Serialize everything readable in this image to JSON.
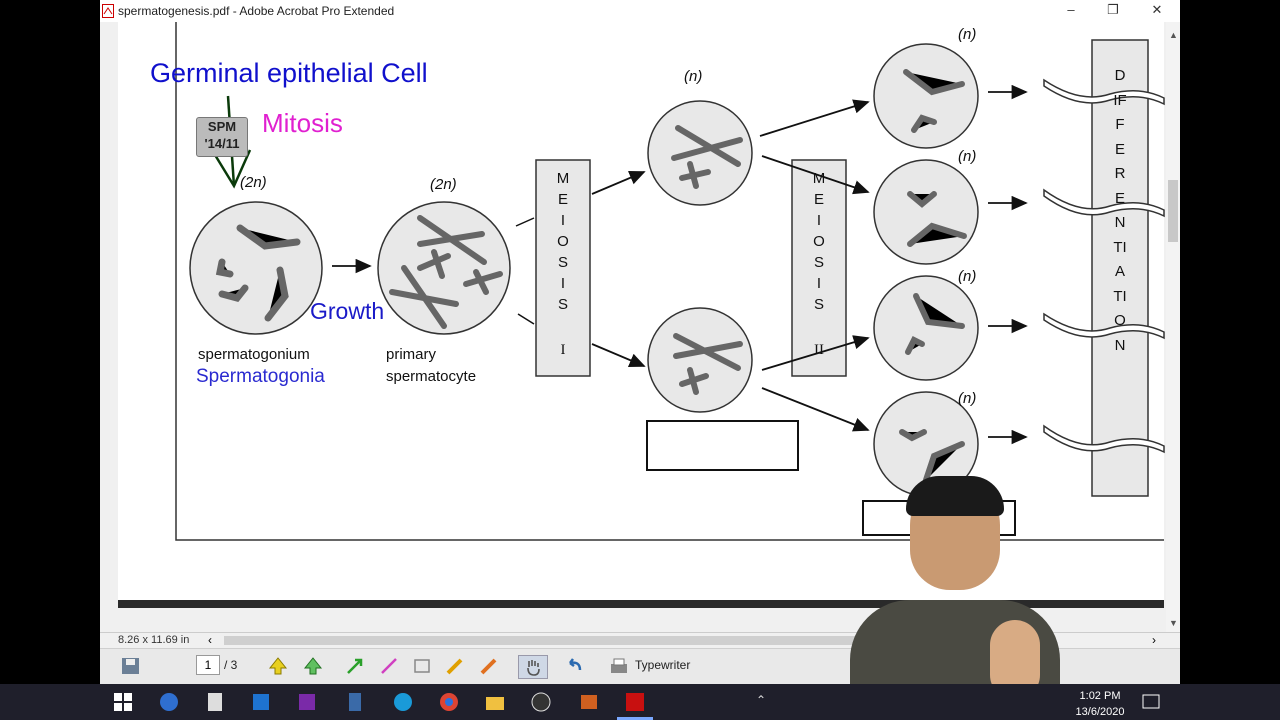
{
  "window": {
    "title": "spermatogenesis.pdf - Adobe Acrobat Pro Extended",
    "minimize": "–",
    "restore": "❐",
    "close": "✕"
  },
  "diagram": {
    "heading": "Germinal epithelial Cell",
    "mitosis": "Mitosis",
    "growth": "Growth",
    "spm_badge_line1": "SPM",
    "spm_badge_line2": "'14/11",
    "spermatogonium": "spermatogonium",
    "spermatogonia": "Spermatogonia",
    "primary_line1": "primary",
    "primary_line2": "spermatocyte",
    "ploidy_2n": "(2n)",
    "ploidy_n": "(n)",
    "meiosis": "MEIOSIS",
    "meiosis_I": "I",
    "meiosis_II": "II",
    "differentiation": "DIFFERENTIATION",
    "colors": {
      "heading": "#1010cc",
      "mitosis": "#e020d0",
      "growth": "#1a1ac8"
    }
  },
  "statusbar": {
    "page_size": "8.26 x 11.69 in",
    "scroll_left": "‹",
    "scroll_right": "›"
  },
  "toolbar": {
    "current_page": "1",
    "total_pages": "/ 3",
    "typewriter": "Typewriter",
    "icons": [
      "save-icon",
      "select-up-icon",
      "select-plus-icon",
      "arrow-tool-icon",
      "line-tool-icon",
      "rectangle-icon",
      "highlighter-icon",
      "pen-icon",
      "hand-icon",
      "undo-icon",
      "typewriter-icon"
    ]
  },
  "taskbar": {
    "time": "1:02 PM",
    "date": "13/6/2020"
  }
}
